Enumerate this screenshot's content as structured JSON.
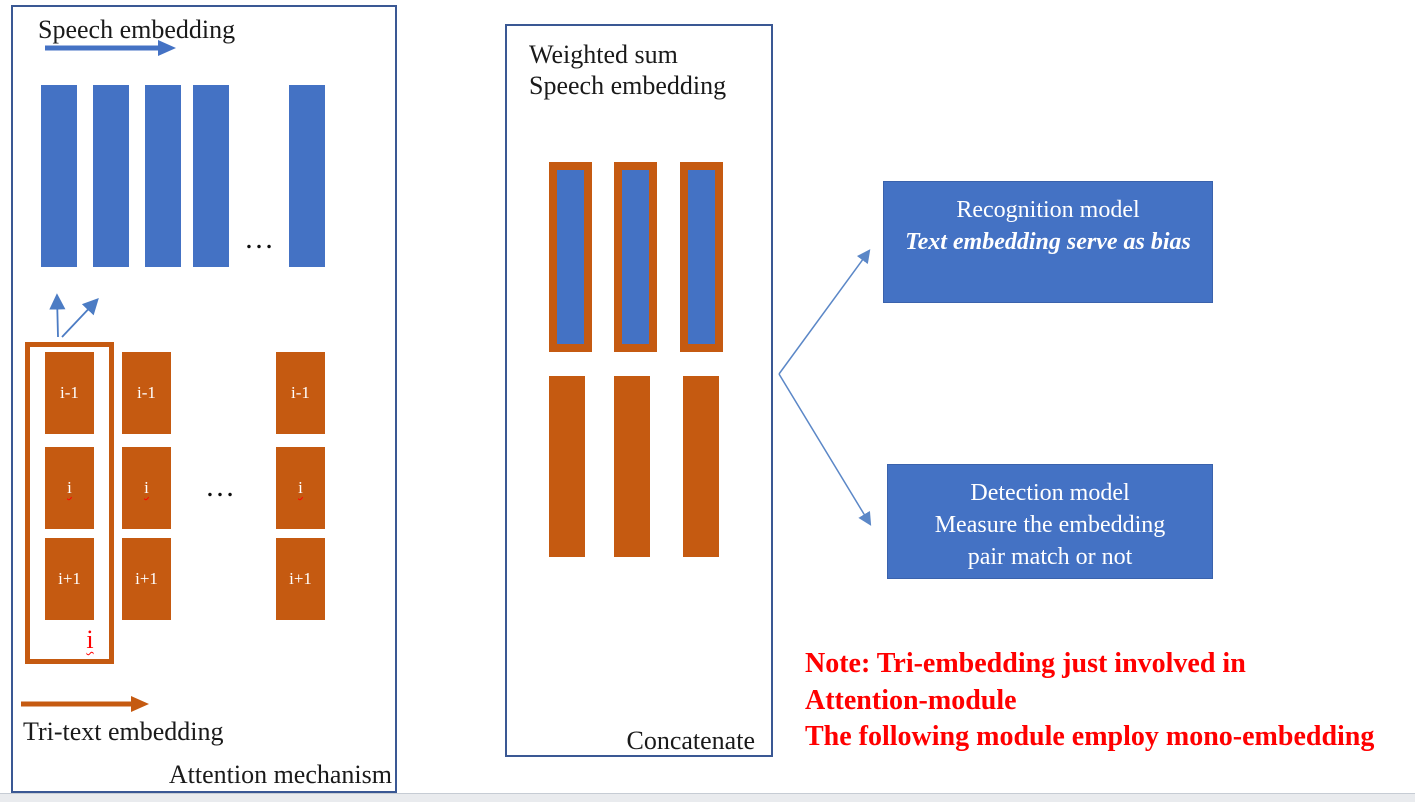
{
  "colors": {
    "accent_blue": "#4472C4",
    "accent_orange": "#C55A11",
    "note_red": "#FF0000",
    "panel_border_blue": "#3A5894",
    "connector_blue": "#5B87C7"
  },
  "attention_panel": {
    "title": "Speech embedding",
    "ellipsis_top": "…",
    "ellipsis_mid": "…",
    "block_labels": [
      "i-1",
      "i",
      "i+1"
    ],
    "column_index_label": "i",
    "tri_text_label": "Tri-text embedding",
    "panel_label": "Attention mechanism"
  },
  "weighted_panel": {
    "title_line1": "Weighted sum",
    "title_line2": "Speech embedding",
    "footer_label": "Concatenate"
  },
  "recognition_box": {
    "title": "Recognition model",
    "subtitle": "Text embedding serve as bias"
  },
  "detection_box": {
    "title": "Detection model",
    "line2": "Measure the embedding",
    "line3": "pair match or not"
  },
  "note": {
    "line1": "Note: Tri-embedding just involved in",
    "line2": "Attention-module",
    "line3": "The following module employ mono-embedding"
  }
}
